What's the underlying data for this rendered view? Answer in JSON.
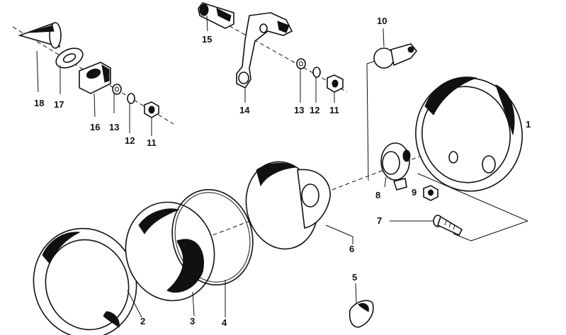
{
  "callouts": [
    {
      "id": "n1",
      "text": "1"
    },
    {
      "id": "n2",
      "text": "2"
    },
    {
      "id": "n3",
      "text": "3"
    },
    {
      "id": "n4",
      "text": "4"
    },
    {
      "id": "n5",
      "text": "5"
    },
    {
      "id": "n6",
      "text": "6"
    },
    {
      "id": "n7",
      "text": "7"
    },
    {
      "id": "n8",
      "text": "8"
    },
    {
      "id": "n9",
      "text": "9"
    },
    {
      "id": "n10",
      "text": "10"
    },
    {
      "id": "n11a",
      "text": "11"
    },
    {
      "id": "n11b",
      "text": "11"
    },
    {
      "id": "n12a",
      "text": "12"
    },
    {
      "id": "n12b",
      "text": "12"
    },
    {
      "id": "n13a",
      "text": "13"
    },
    {
      "id": "n13b",
      "text": "13"
    },
    {
      "id": "n14",
      "text": "14"
    },
    {
      "id": "n15",
      "text": "15"
    },
    {
      "id": "n16",
      "text": "16"
    },
    {
      "id": "n17",
      "text": "17"
    },
    {
      "id": "n18",
      "text": "18"
    }
  ]
}
